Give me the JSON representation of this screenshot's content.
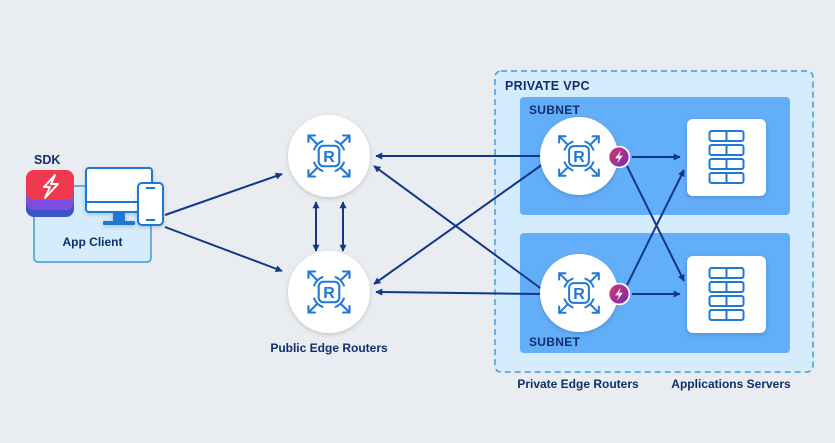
{
  "labels": {
    "sdk": "SDK",
    "app_client": "App Client",
    "private_vpc": "PRIVATE VPC",
    "subnet_top": "SUBNET",
    "subnet_bottom": "SUBNET",
    "public_edge_routers": "Public Edge Routers",
    "private_edge_routers": "Private Edge Routers",
    "applications_servers": "Applications Servers"
  },
  "router_glyph": "R",
  "icons": {
    "router": "router-icon",
    "server": "server-rack-icon",
    "sdk": "lightning-layers-icon",
    "desktop": "desktop-monitor-icon",
    "phone": "smartphone-icon",
    "tunneler": "lightning-badge-icon"
  },
  "colors": {
    "background": "#e9edf1",
    "arrow": "#12378a",
    "vpc_fill": "#d4ecfb",
    "vpc_border": "#3a9ee0",
    "subnet_fill": "#63aef8",
    "text_dark": "#0f2e6d",
    "router_icon": "#1f78d4",
    "sdk_red": "#f0384e",
    "badge": "#b3368f"
  }
}
